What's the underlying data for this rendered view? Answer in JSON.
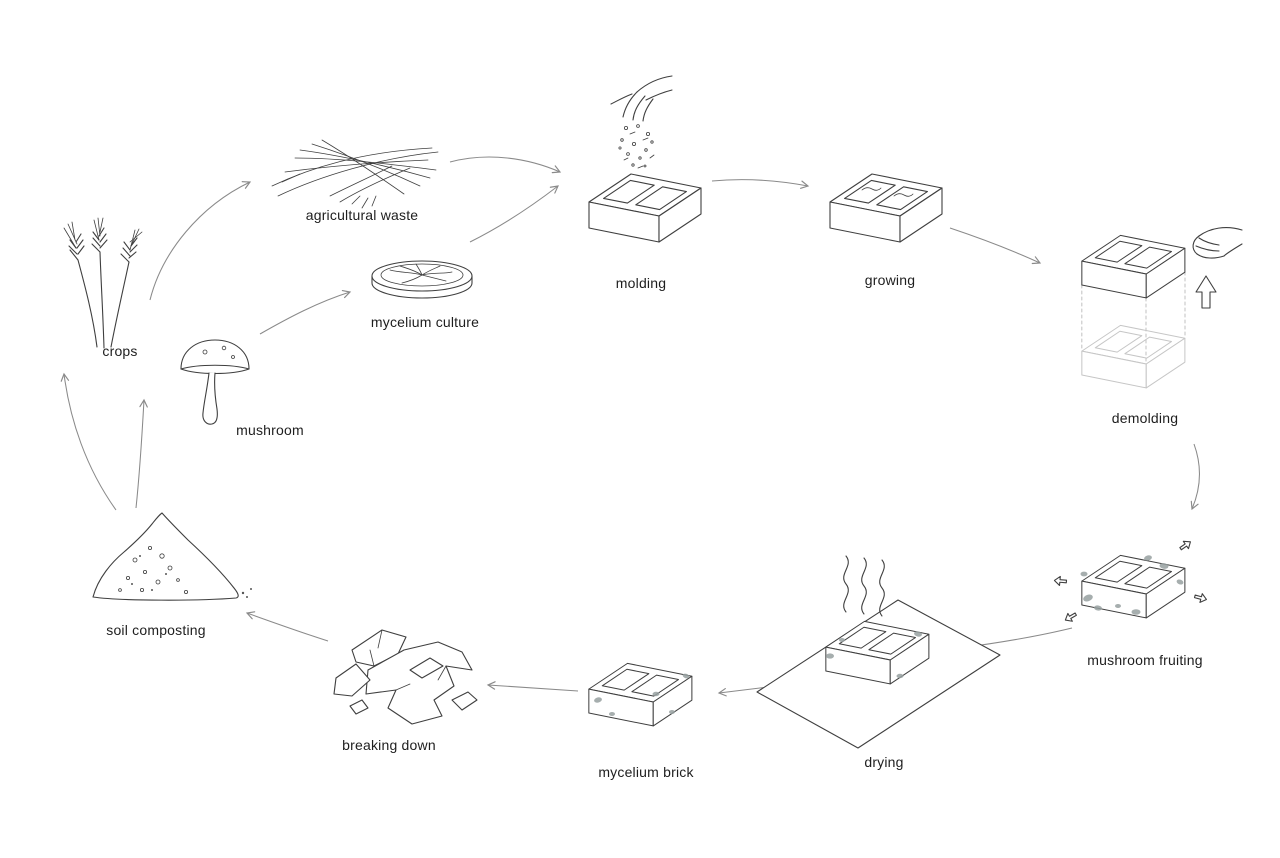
{
  "diagram": {
    "type": "cycle-diagram",
    "colors": {
      "bg": "#ffffff",
      "main": "#3f3f3f",
      "arrow": "#8a8a8a",
      "ghost": "#c6c6c6",
      "blob": "#97a0a0",
      "label": "#1e1e1e"
    },
    "nodes": [
      {
        "id": "crops",
        "label": "crops",
        "icon": "wheat-illustration"
      },
      {
        "id": "agricultural-waste",
        "label": "agricultural waste",
        "icon": "straw-illustration"
      },
      {
        "id": "mushroom",
        "label": "mushroom",
        "icon": "mushroom-illustration"
      },
      {
        "id": "mycelium-culture",
        "label": "mycelium culture",
        "icon": "petri-dish-illustration"
      },
      {
        "id": "molding",
        "label": "molding",
        "icon": "hand-filling-mold-illustration"
      },
      {
        "id": "growing",
        "label": "growing",
        "icon": "brick-mold-illustration"
      },
      {
        "id": "demolding",
        "label": "demolding",
        "icon": "hand-lifting-brick-illustration"
      },
      {
        "id": "mushroom-fruiting",
        "label": "mushroom fruiting",
        "icon": "brick-with-mushrooms-illustration"
      },
      {
        "id": "drying",
        "label": "drying",
        "icon": "brick-on-mat-heat-illustration"
      },
      {
        "id": "mycelium-brick",
        "label": "mycelium brick",
        "icon": "finished-brick-illustration"
      },
      {
        "id": "breaking-down",
        "label": "breaking down",
        "icon": "broken-brick-illustration"
      },
      {
        "id": "soil-composting",
        "label": "soil composting",
        "icon": "soil-pile-illustration"
      }
    ],
    "edges": [
      {
        "from": "crops",
        "to": "agricultural-waste"
      },
      {
        "from": "mushroom",
        "to": "mycelium-culture"
      },
      {
        "from": "agricultural-waste",
        "to": "molding"
      },
      {
        "from": "mycelium-culture",
        "to": "molding"
      },
      {
        "from": "molding",
        "to": "growing"
      },
      {
        "from": "growing",
        "to": "demolding"
      },
      {
        "from": "demolding",
        "to": "mushroom-fruiting"
      },
      {
        "from": "mushroom-fruiting",
        "to": "drying"
      },
      {
        "from": "drying",
        "to": "mycelium-brick"
      },
      {
        "from": "mycelium-brick",
        "to": "breaking-down"
      },
      {
        "from": "breaking-down",
        "to": "soil-composting"
      },
      {
        "from": "soil-composting",
        "to": "crops"
      },
      {
        "from": "soil-composting",
        "to": "mushroom"
      }
    ]
  }
}
